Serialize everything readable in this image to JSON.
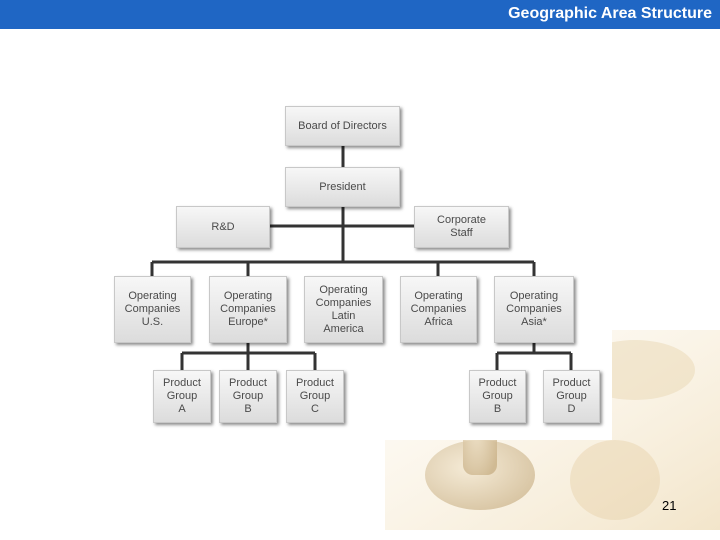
{
  "header": {
    "title": "Geographic Area Structure"
  },
  "org_chart": {
    "board": "Board of Directors",
    "president": "President",
    "rnd": "R&D",
    "corporate_staff": "Corporate\nStaff",
    "regions": [
      "Operating\nCompanies\nU.S.",
      "Operating\nCompanies\nEurope*",
      "Operating\nCompanies\nLatin\nAmerica",
      "Operating\nCompanies\nAfrica",
      "Operating\nCompanies\nAsia*"
    ],
    "europe_groups": [
      "Product\nGroup\nA",
      "Product\nGroup\nB",
      "Product\nGroup\nC"
    ],
    "asia_groups": [
      "Product\nGroup\nB",
      "Product\nGroup\nD"
    ]
  },
  "footer": {
    "page_number": "21"
  },
  "colors": {
    "header_bar": "#1f66c4",
    "connector": "#333333"
  }
}
